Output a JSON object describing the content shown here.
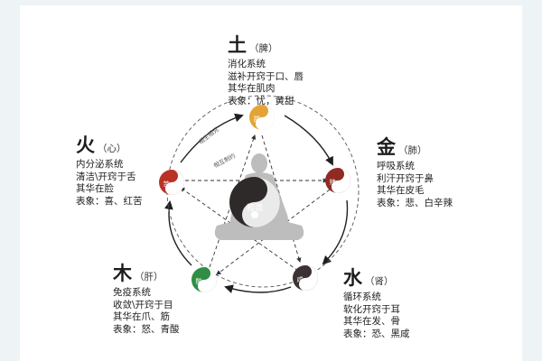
{
  "colors": {
    "earth": "#e3a437",
    "metal": "#8f2b23",
    "water": "#3b3331",
    "wood": "#2f8e43",
    "fire": "#b93226",
    "center": "#2d2a29",
    "arrow": "#1f1f1f",
    "figure": "#b9b9b9"
  },
  "elements": {
    "earth": {
      "char": "土",
      "organ": "（脾）",
      "lines": [
        "消化系统",
        "滋补开窍于口、唇",
        "其华在肌肉",
        "表象：忧，黄甜"
      ],
      "symbol_label": "甜"
    },
    "metal": {
      "char": "金",
      "organ": "（肺）",
      "lines": [
        "呼吸系统",
        "利汗开窍于鼻",
        "其华在皮毛",
        "表象：悲、白辛辣"
      ],
      "symbol_label": "辣"
    },
    "water": {
      "char": "水",
      "organ": "（肾）",
      "lines": [
        "循环系统",
        "软化开窍于耳",
        "其华在发、骨",
        "表象：恐、黑咸"
      ],
      "symbol_label": "咸"
    },
    "wood": {
      "char": "木",
      "organ": "（肝）",
      "lines": [
        "免疫系统",
        "收敛\\开窍于目",
        "其华在爪、筋",
        "表象：怒、青酸"
      ],
      "symbol_label": "酸"
    },
    "fire": {
      "char": "火",
      "organ": "（心）",
      "lines": [
        "内分泌系统",
        "清洁\\开窍于舌",
        "其华在脸",
        "表象：喜、红苦"
      ],
      "symbol_label": "苦"
    }
  },
  "center": {
    "label": "和谐"
  },
  "annotations": {
    "generating": "相生相克",
    "controlling": "相互制约"
  }
}
